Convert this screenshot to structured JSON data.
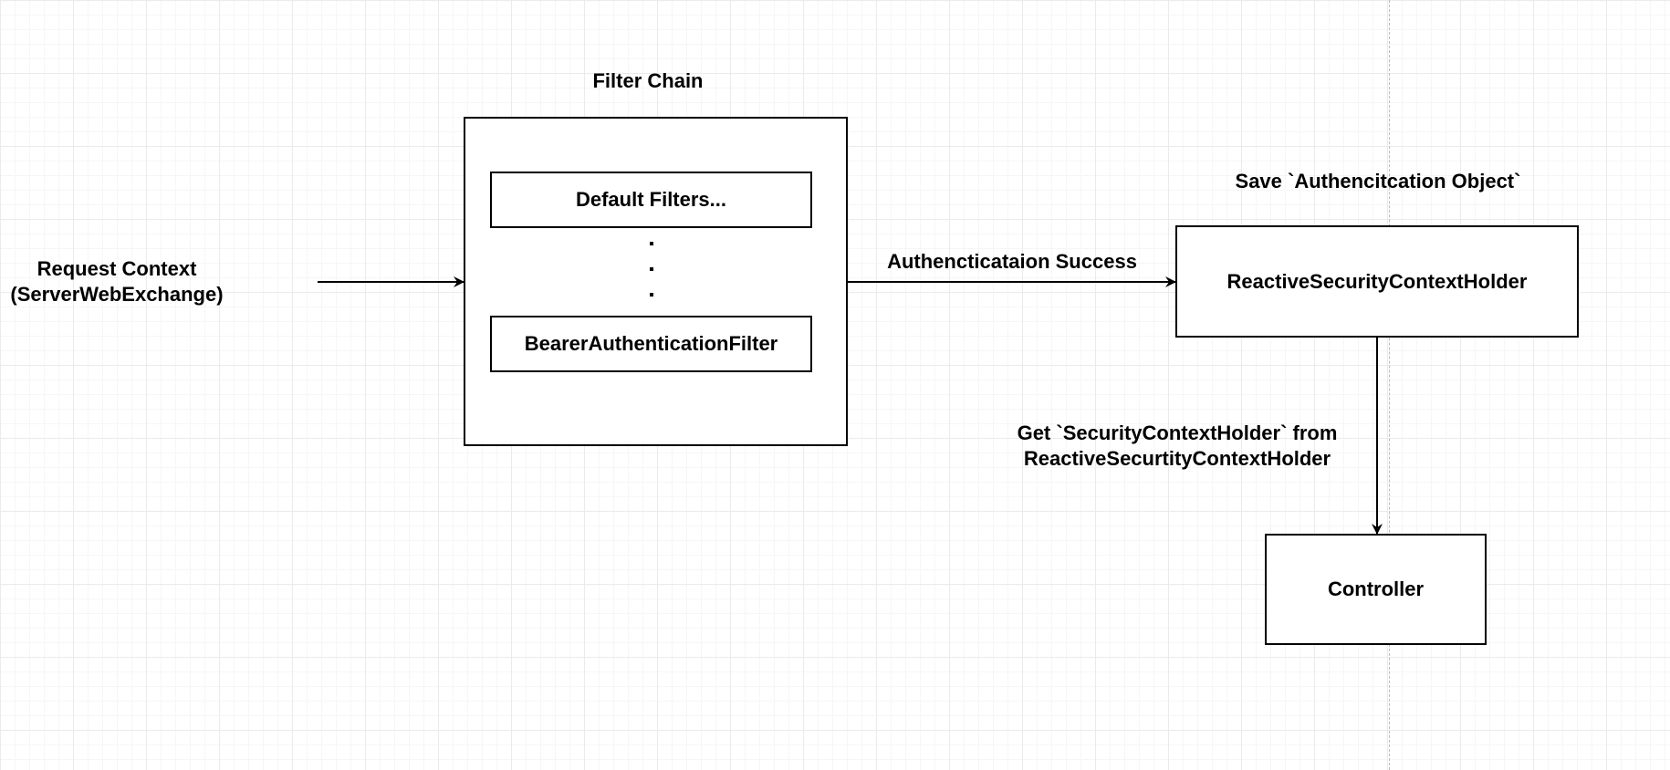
{
  "diagram": {
    "request_context": {
      "line1": "Request Context",
      "line2": "(ServerWebExchange)"
    },
    "filter_chain": {
      "title": "Filter Chain",
      "default_filters": "Default Filters...",
      "bearer_filter": "BearerAuthenticationFilter"
    },
    "auth_success_label": "Authencticataion Success",
    "save_label": "Save `Authencitcation Object`",
    "security_holder": "ReactiveSecurityContextHolder",
    "get_label": {
      "line1": "Get `SecurityContextHolder` from",
      "line2": "ReactiveSecurtityContextHolder"
    },
    "controller": "Controller"
  },
  "colors": {
    "stroke": "#000000",
    "grid_major": "#ebebeb",
    "grid_minor": "#f6f6f6",
    "guide": "#bdbdbd"
  }
}
